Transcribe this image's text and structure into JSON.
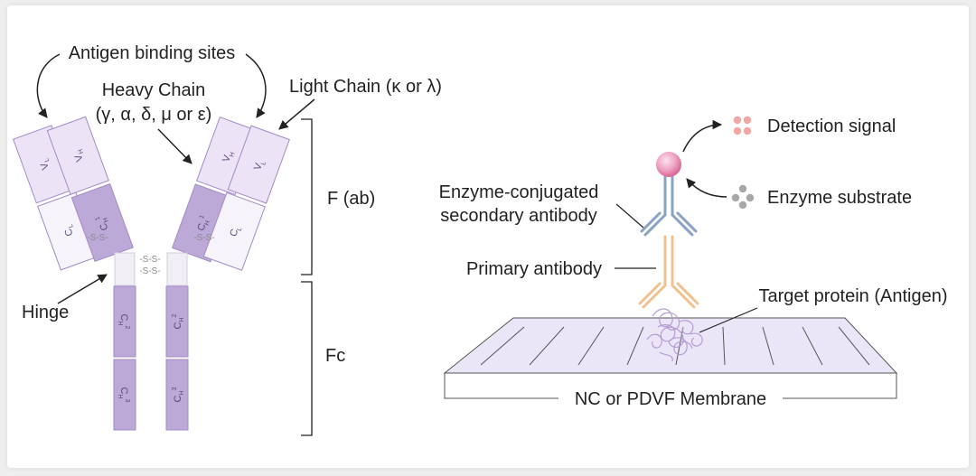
{
  "antibody": {
    "antigen_binding_sites": "Antigen binding sites",
    "heavy_chain_title": "Heavy Chain",
    "heavy_chain_types": "(γ, α, δ, μ or ε)",
    "light_chain": "Light Chain (κ or λ)",
    "hinge": "Hinge",
    "fab": "F (ab)",
    "fc": "Fc",
    "disulfide": "-S-S-",
    "domains": {
      "vl": "V",
      "vl_sub": "L",
      "cl": "C",
      "cl_sub": "L",
      "vh": "V",
      "vh_sub": "H",
      "ch1": "C",
      "ch1_sub": "H",
      "ch1_sup": "1",
      "ch2": "C",
      "ch2_sub": "H",
      "ch2_sup": "2",
      "ch3": "C",
      "ch3_sub": "H",
      "ch3_sup": "3"
    }
  },
  "western": {
    "detection_signal": "Detection signal",
    "enzyme_substrate": "Enzyme substrate",
    "secondary_line1": "Enzyme-conjugated",
    "secondary_line2": "secondary antibody",
    "primary": "Primary antibody",
    "target": "Target protein (Antigen)",
    "membrane": "NC or PDVF Membrane"
  },
  "colors": {
    "light_domain": "#ece4f6",
    "mid_domain": "#e3d9f2",
    "heavy_domain": "#bca9d8",
    "domain_stroke": "#a08cc4",
    "hinge": "#f1eef5",
    "membrane_top": "#ebe6f7",
    "membrane_side": "#ffffff",
    "secondary": "#8aa2c4",
    "primary": "#f2c08e",
    "protein": "#b59bd6",
    "signal": "#f1a7a3",
    "substrate": "#a7a7a7",
    "enzyme": "#ec8fb4"
  }
}
